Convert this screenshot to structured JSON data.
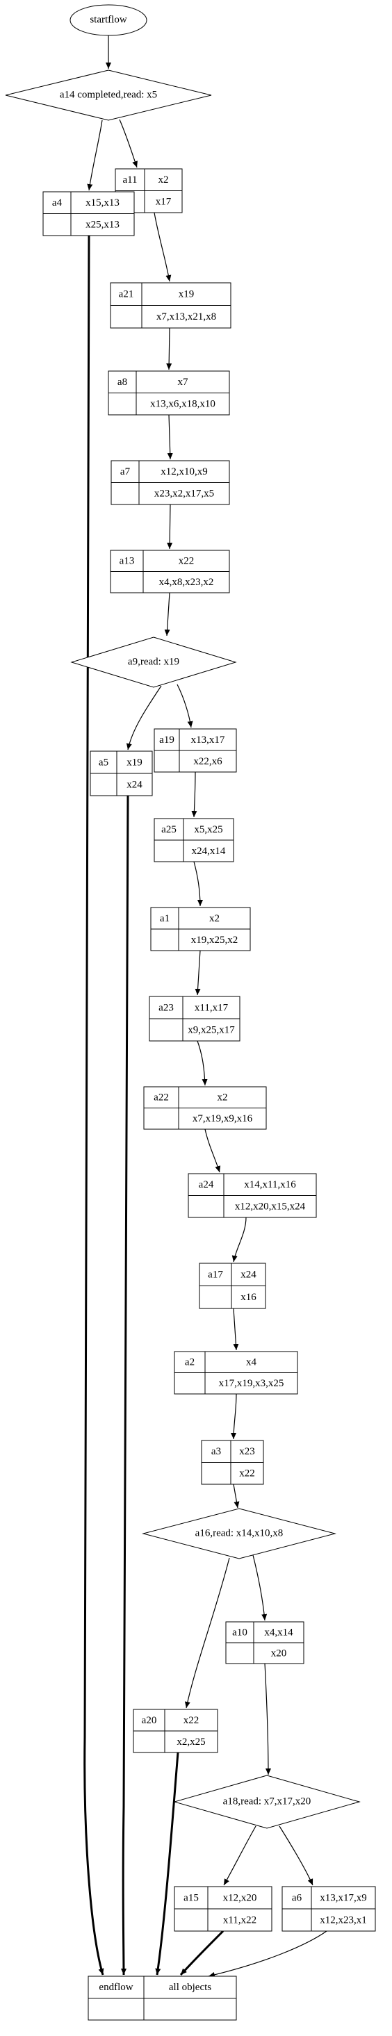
{
  "start": {
    "label": "startflow"
  },
  "decisions": {
    "d_a14": {
      "label": "a14 completed,read: x5"
    },
    "d_a9": {
      "label": "a9,read: x19"
    },
    "d_a16": {
      "label": "a16,read: x14,x10,x8"
    },
    "d_a18": {
      "label": "a18,read: x7,x17,x20"
    }
  },
  "records": {
    "a11": {
      "name": "a11",
      "top": "x2",
      "bottom": "x17"
    },
    "a4": {
      "name": "a4",
      "top": "x15,x13",
      "bottom": "x25,x13"
    },
    "a21": {
      "name": "a21",
      "top": "x19",
      "bottom": "x7,x13,x21,x8"
    },
    "a8": {
      "name": "a8",
      "top": "x7",
      "bottom": "x13,x6,x18,x10"
    },
    "a7": {
      "name": "a7",
      "top": "x12,x10,x9",
      "bottom": "x23,x2,x17,x5"
    },
    "a13": {
      "name": "a13",
      "top": "x22",
      "bottom": "x4,x8,x23,x2"
    },
    "a19": {
      "name": "a19",
      "top": "x13,x17",
      "bottom": "x22,x6"
    },
    "a5": {
      "name": "a5",
      "top": "x19",
      "bottom": "x24"
    },
    "a25": {
      "name": "a25",
      "top": "x5,x25",
      "bottom": "x24,x14"
    },
    "a1": {
      "name": "a1",
      "top": "x2",
      "bottom": "x19,x25,x2"
    },
    "a23": {
      "name": "a23",
      "top": "x11,x17",
      "bottom": "x9,x25,x17"
    },
    "a22": {
      "name": "a22",
      "top": "x2",
      "bottom": "x7,x19,x9,x16"
    },
    "a24": {
      "name": "a24",
      "top": "x14,x11,x16",
      "bottom": "x12,x20,x15,x24"
    },
    "a17": {
      "name": "a17",
      "top": "x24",
      "bottom": "x16"
    },
    "a2": {
      "name": "a2",
      "top": "x4",
      "bottom": "x17,x19,x3,x25"
    },
    "a3": {
      "name": "a3",
      "top": "x23",
      "bottom": "x22"
    },
    "a10": {
      "name": "a10",
      "top": "x4,x14",
      "bottom": "x20"
    },
    "a20": {
      "name": "a20",
      "top": "x22",
      "bottom": "x2,x25"
    },
    "a15": {
      "name": "a15",
      "top": "x12,x20",
      "bottom": "x11,x22"
    },
    "a6": {
      "name": "a6",
      "top": "x13,x17,x9",
      "bottom": "x12,x23,x1"
    },
    "endflow": {
      "name": "endflow",
      "top": "all objects",
      "bottom": ""
    }
  }
}
